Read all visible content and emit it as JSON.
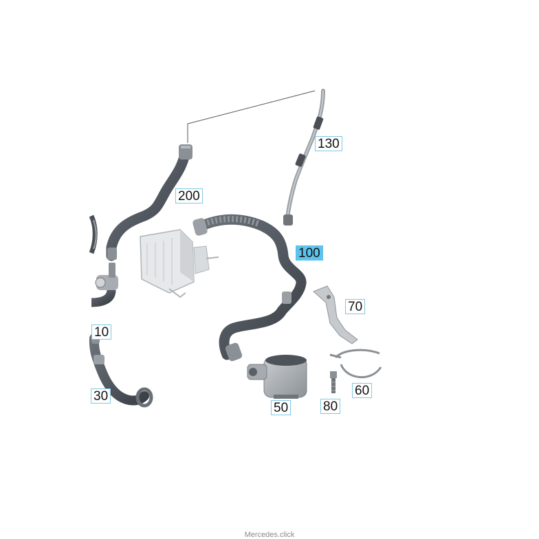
{
  "diagram": {
    "callouts": [
      {
        "id": "c130",
        "label": "130",
        "highlighted": false
      },
      {
        "id": "c200",
        "label": "200",
        "highlighted": false
      },
      {
        "id": "c100",
        "label": "100",
        "highlighted": true
      },
      {
        "id": "c70",
        "label": "70",
        "highlighted": false
      },
      {
        "id": "c10",
        "label": "10",
        "highlighted": false
      },
      {
        "id": "c30",
        "label": "30",
        "highlighted": false
      },
      {
        "id": "c60",
        "label": "60",
        "highlighted": false
      },
      {
        "id": "c50",
        "label": "50",
        "highlighted": false
      },
      {
        "id": "c80",
        "label": "80",
        "highlighted": false
      }
    ],
    "highlight_color": "#5ec3ec",
    "callout_border_color": "#7ec8e3"
  },
  "watermark": "Mercedes.click"
}
